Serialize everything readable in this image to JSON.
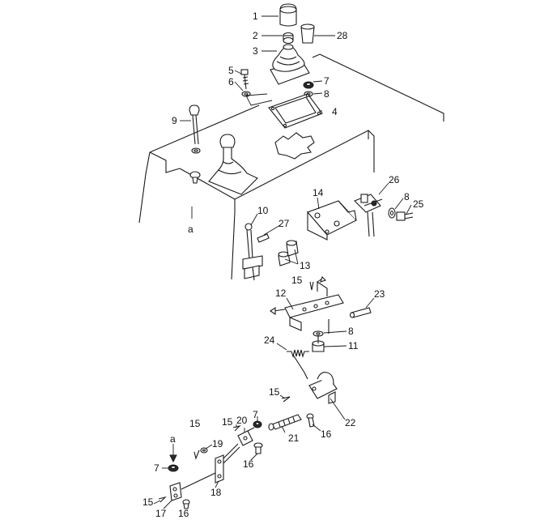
{
  "callouts": [
    {
      "id": "c1",
      "text": "1"
    },
    {
      "id": "c2",
      "text": "2"
    },
    {
      "id": "c28",
      "text": "28"
    },
    {
      "id": "c3",
      "text": "3"
    },
    {
      "id": "c5",
      "text": "5"
    },
    {
      "id": "c6",
      "text": "6"
    },
    {
      "id": "c7a",
      "text": "7"
    },
    {
      "id": "c8a",
      "text": "8"
    },
    {
      "id": "c4",
      "text": "4"
    },
    {
      "id": "c9",
      "text": "9"
    },
    {
      "id": "c14",
      "text": "14"
    },
    {
      "id": "c26",
      "text": "26"
    },
    {
      "id": "c8b",
      "text": "8"
    },
    {
      "id": "c25",
      "text": "25"
    },
    {
      "id": "c10",
      "text": "10"
    },
    {
      "id": "c27",
      "text": "27"
    },
    {
      "id": "ca1",
      "text": "a"
    },
    {
      "id": "c13",
      "text": "13"
    },
    {
      "id": "c15a",
      "text": "15"
    },
    {
      "id": "c12",
      "text": "12"
    },
    {
      "id": "c23",
      "text": "23"
    },
    {
      "id": "c8c",
      "text": "8"
    },
    {
      "id": "c11",
      "text": "11"
    },
    {
      "id": "c24",
      "text": "24"
    },
    {
      "id": "c15b",
      "text": "15"
    },
    {
      "id": "c22",
      "text": "22"
    },
    {
      "id": "c15c",
      "text": "15"
    },
    {
      "id": "c20",
      "text": "20"
    },
    {
      "id": "c7b",
      "text": "7"
    },
    {
      "id": "c15d",
      "text": "15"
    },
    {
      "id": "c21",
      "text": "21"
    },
    {
      "id": "c16a",
      "text": "16"
    },
    {
      "id": "ca2",
      "text": "a"
    },
    {
      "id": "c19",
      "text": "19"
    },
    {
      "id": "c7c",
      "text": "7"
    },
    {
      "id": "c16b",
      "text": "16"
    },
    {
      "id": "c18",
      "text": "18"
    },
    {
      "id": "c15e",
      "text": "15"
    },
    {
      "id": "c17",
      "text": "17"
    },
    {
      "id": "c16c",
      "text": "16"
    }
  ]
}
